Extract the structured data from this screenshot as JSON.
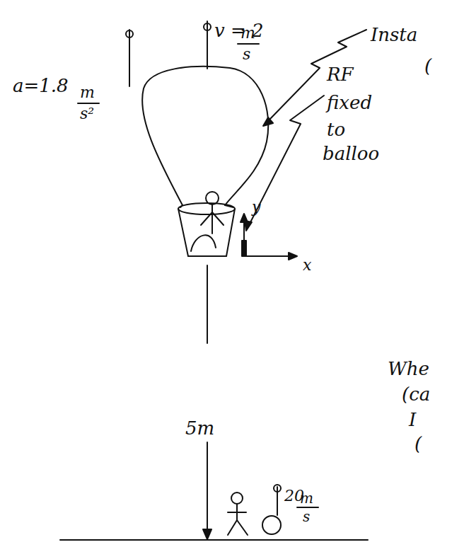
{
  "diagram": {
    "labels": [
      "a=1.8",
      "m",
      "s²",
      "v = 2",
      "m",
      "s",
      "Insta",
      "(",
      "RF",
      "fixed",
      "to",
      "balloo",
      "y",
      "x",
      "5m",
      "Whe",
      "(ca",
      "I",
      "(",
      "20",
      "m",
      "s"
    ]
  }
}
